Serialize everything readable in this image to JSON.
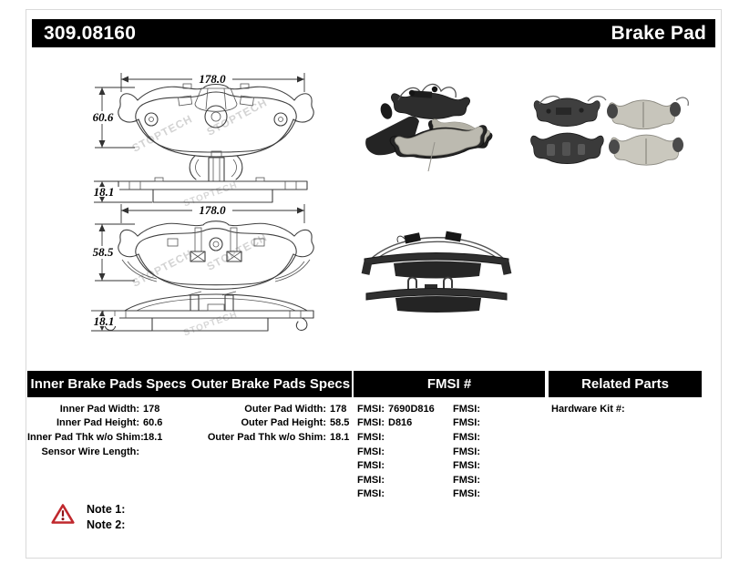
{
  "header": {
    "part_number": "309.08160",
    "title": "Brake Pad"
  },
  "drawings": {
    "watermark": "STOPTECH",
    "inner_drawing": {
      "width": "178.0",
      "height": "60.6",
      "thickness": "18.1"
    },
    "outer_drawing": {
      "width": "178.0",
      "height": "58.5",
      "thickness": "18.1"
    }
  },
  "tables": {
    "inner_specs": {
      "title": "Inner Brake Pads Specs",
      "rows": [
        {
          "label": "Inner Pad Width:",
          "value": "178"
        },
        {
          "label": "Inner Pad Height:",
          "value": "60.6"
        },
        {
          "label": "Inner Pad Thk w/o Shim:",
          "value": "18.1"
        },
        {
          "label": "Sensor Wire Length:",
          "value": ""
        }
      ]
    },
    "outer_specs": {
      "title": "Outer Brake Pads Specs",
      "rows": [
        {
          "label": "Outer Pad Width:",
          "value": "178"
        },
        {
          "label": "Outer Pad Height:",
          "value": "58.5"
        },
        {
          "label": "Outer Pad Thk w/o Shim:",
          "value": "18.1"
        }
      ]
    },
    "fmsi": {
      "title": "FMSI #",
      "label": "FMSI:",
      "col1_values": [
        "7690D816",
        "D816",
        "",
        "",
        "",
        "",
        ""
      ],
      "col2_values": [
        "",
        "",
        "",
        "",
        "",
        "",
        ""
      ]
    },
    "related": {
      "title": "Related Parts",
      "rows": [
        {
          "label": "Hardware Kit #:",
          "value": ""
        }
      ]
    }
  },
  "notes": [
    {
      "label": "Note 1:"
    },
    {
      "label": "Note 2:"
    }
  ]
}
